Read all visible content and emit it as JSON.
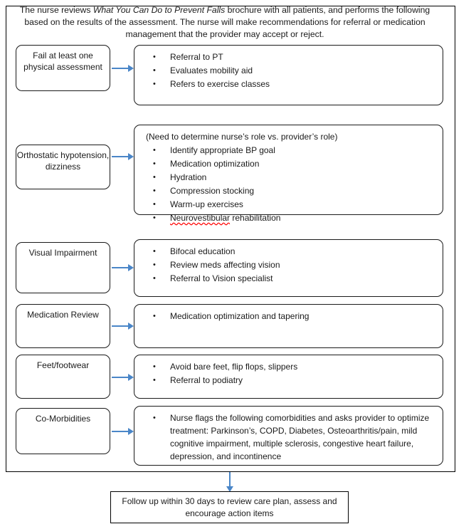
{
  "intro": {
    "before_italic": "The nurse reviews ",
    "italic": "What You Can Do to Prevent Falls",
    "after_italic": " brochure with all patients, and performs the following based on the results of the assessment. The nurse will make recommendations for referral or medication management that the provider may accept or reject."
  },
  "colors": {
    "arrow": "#4a86c8",
    "box_border": "#1a1a1a",
    "outer_border": "#000000",
    "spellcheck_underline": "#ff0000",
    "text": "#1a1a1a",
    "background": "#ffffff"
  },
  "rows": [
    {
      "trigger": "Fail at least one physical assessment",
      "note": "",
      "actions": [
        "Referral to PT",
        "Evaluates mobility aid",
        "Refers to exercise classes"
      ]
    },
    {
      "trigger": "Orthostatic hypotension, dizziness",
      "note": "(Need to determine nurse’s role vs. provider’s role)",
      "actions": [
        "Identify appropriate BP goal",
        "Medication optimization",
        "Hydration",
        "Compression stocking",
        "Warm-up exercises",
        "Neurovestibular rehabilitation"
      ],
      "misspelled_word": "Neurovestibular"
    },
    {
      "trigger": "Visual Impairment",
      "note": "",
      "actions": [
        "Bifocal education",
        "Review meds affecting vision",
        "Referral to Vision specialist"
      ]
    },
    {
      "trigger": "Medication Review",
      "note": "",
      "actions": [
        "Medication optimization and tapering"
      ]
    },
    {
      "trigger": "Feet/footwear",
      "note": "",
      "actions": [
        "Avoid bare feet, flip flops, slippers",
        "Referral to podiatry"
      ]
    },
    {
      "trigger": "Co-Morbidities",
      "note": "",
      "actions": [
        "Nurse flags the following comorbidities and asks provider to optimize treatment: Parkinson’s, COPD, Diabetes, Osteoarthritis/pain, mild cognitive impairment, multiple sclerosis, congestive heart failure, depression, and incontinence"
      ]
    }
  ],
  "footer": {
    "text": "Follow up within 30 days to review care plan, assess and encourage action items"
  }
}
